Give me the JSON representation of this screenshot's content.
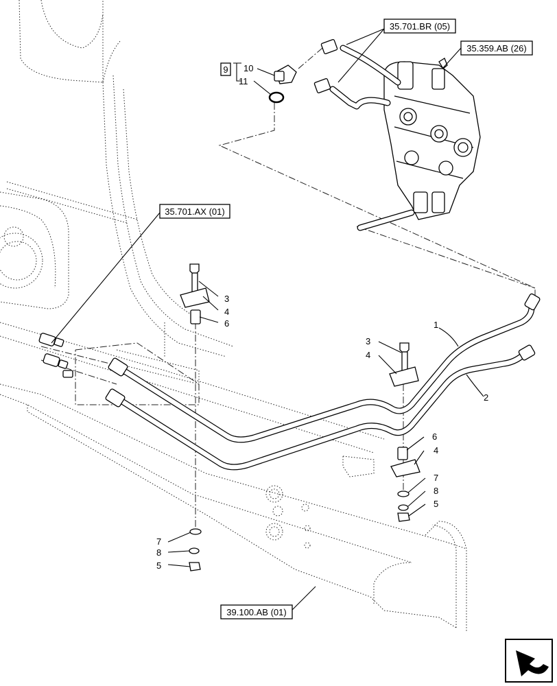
{
  "references": {
    "valve_fittings": "35.701.BR (05)",
    "control_valve": "35.359.AB (26)",
    "hoses": "35.701.AX (01)",
    "frame": "39.100.AB (01)"
  },
  "group_box": "9",
  "callouts": {
    "c1": "1",
    "c2": "2",
    "c3a": "3",
    "c4a": "4",
    "c6a": "6",
    "c3b": "3",
    "c4b": "4",
    "c6b": "6",
    "c4c": "4",
    "c7a": "7",
    "c8a": "8",
    "c5a": "5",
    "c7b": "7",
    "c8b": "8",
    "c5b": "5",
    "c10": "10",
    "c11": "11"
  },
  "icons": {
    "nav": "next-page-arrow-icon"
  }
}
